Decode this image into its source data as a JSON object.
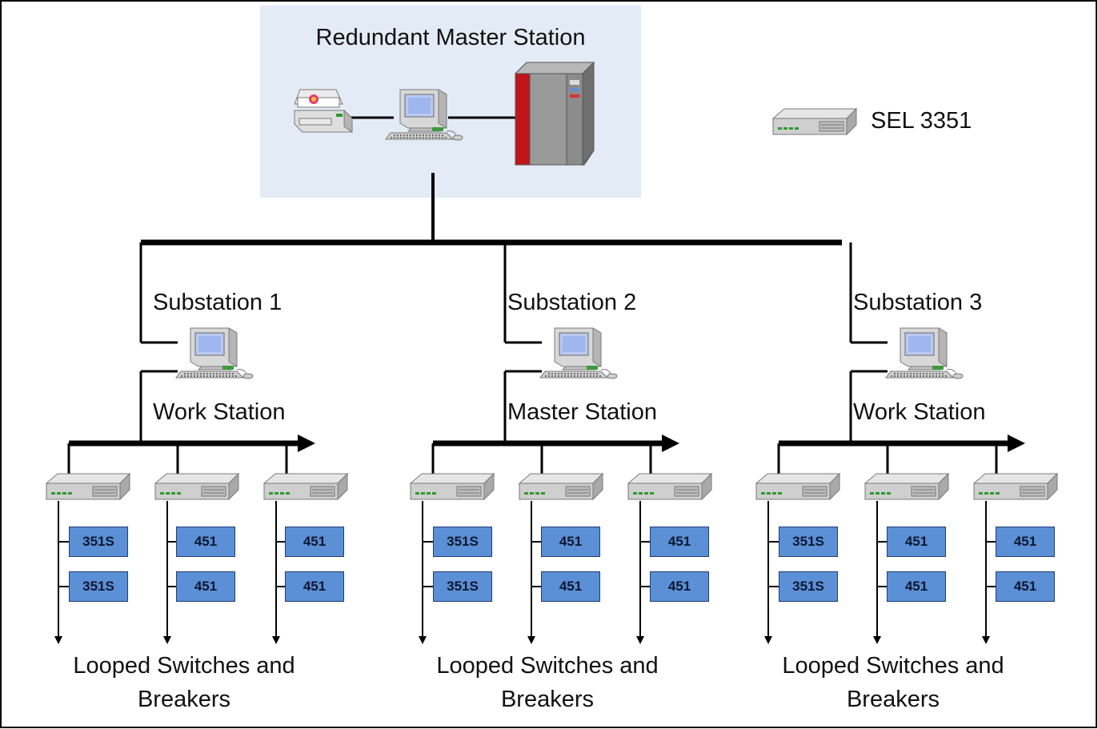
{
  "master": {
    "title": "Redundant Master Station"
  },
  "legend": {
    "device_label": "SEL 3351",
    "device_icon": "network-switch-icon"
  },
  "substations": [
    {
      "name": "Substation 1",
      "role": "Work Station",
      "relays": [
        [
          "351S",
          "351S"
        ],
        [
          "451",
          "451"
        ],
        [
          "451",
          "451"
        ]
      ],
      "footer": [
        "Looped Switches and",
        "Breakers"
      ]
    },
    {
      "name": "Substation 2",
      "role": "Master Station",
      "relays": [
        [
          "351S",
          "351S"
        ],
        [
          "451",
          "451"
        ],
        [
          "451",
          "451"
        ]
      ],
      "footer": [
        "Looped Switches and",
        "Breakers"
      ]
    },
    {
      "name": "Substation 3",
      "role": "Work Station",
      "relays": [
        [
          "351S",
          "351S"
        ],
        [
          "451",
          "451"
        ],
        [
          "451",
          "451"
        ]
      ],
      "footer": [
        "Looped Switches and",
        "Breakers"
      ]
    }
  ],
  "colors": {
    "master_panel": "#e3ebf6",
    "relay_fill": "#5b8fd6",
    "server_accent": "#c0161b",
    "line": "#000000"
  }
}
